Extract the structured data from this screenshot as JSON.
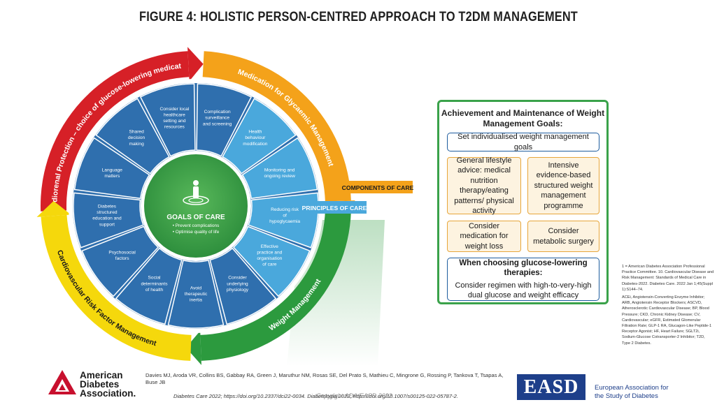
{
  "title": "FIGURE 4: HOLISTIC PERSON-CENTRED APPROACH TO T2DM MANAGEMENT",
  "wheel": {
    "outer_ring": [
      {
        "label": "Cardiorenal Protection – choice of glucose-lowering medication",
        "color": "#d62027"
      },
      {
        "label": "Medication for Glycaemic Management",
        "color": "#f4a21a"
      },
      {
        "label": "Weight Management",
        "color": "#2c9a3e"
      },
      {
        "label": "Cardiovascular Risk Factor Management",
        "color": "#f5d80c"
      }
    ],
    "components_label": "COMPONENTS OF CARE",
    "principles_label": "PRINCIPLES OF CARE",
    "segments": [
      "Complication surveillance and screening",
      "Health behaviour modification",
      "Monitoring and ongoing review",
      "Reducing risk of hypoglycaemia",
      "Effective practice and organisation of care",
      "Consider underlying physiology",
      "Avoid therapeutic inertia",
      "Social determinants of health",
      "Psychosocial factors",
      "Diabetes structured education and support",
      "Language matters",
      "Shared decision making",
      "Consider local healthcare setting and resources"
    ],
    "center": {
      "icon": "person-target-icon",
      "title": "GOALS OF CARE",
      "bullets": [
        "Prevent complications",
        "Optimise quality of life"
      ]
    }
  },
  "goals_panel": {
    "heading": "Achievement and Maintenance of Weight Management Goals:",
    "set_goals": "Set individualised weight management goals",
    "lifestyle": "General lifestyle advice: medical nutrition therapy/eating patterns/ physical activity",
    "intensive": "Intensive evidence-based structured weight management programme",
    "medication": "Consider medication for weight loss",
    "surgery": "Consider metabolic surgery",
    "glucose_head": "When choosing glucose-lowering therapies:",
    "glucose_body": "Consider regimen with high-to-very-high dual glucose and weight efficacy"
  },
  "footnotes": {
    "note1": "1 = American Diabetes Association Professional Practice Committee. 10. Cardiovascular Disease and Risk Management: Standards of Medical Care in Diabetes-2022. Diabetes Care. 2022 Jan 1;45(Suppl 1):S144–74.",
    "abbrev": "ACEi, Angiotensin-Converting Enzyme Inhibitor; ARB, Angiotensin Receptor Blockers; ASCVD, Atherosclerotic Cardiovascular Disease; BP, Blood Pressure; CKD, Chronic Kidney Disease; CV, Cardiovascular; eGFR, Estimated Glomerular Filtration Rate; GLP-1 RA, Glucagon-Like Peptide-1 Receptor Agonist; HF, Heart Failure; SGLT2i, Sodium-Glucose Cotransporter-2 Inhibitor; T2D, Type 2 Diabetes."
  },
  "footer": {
    "ada_name": "American Diabetes Association.",
    "authors": "Davies MJ, Aroda VR, Collins BS, Gabbay RA, Green J, Maruthur NM, Rosas SE, Del Prato S, Mathieu C, Mingrone G, Rossing P, Tankova T, Tsapas A, Buse JB",
    "citation": "Diabetes Care 2022; https://doi.org/10.2337/dci22-0034. Diabetologia 2022; https://doi.org/10.1007/s00125-022-05787-2.",
    "copyright": "Copyright ADA/EASD 2022",
    "easd_logo": "EASD",
    "easd_name": "European Association for the Study of Diabetes"
  },
  "colors": {
    "wheel_blue": "#2f6fae",
    "wheel_blue_light": "#4aa8dc",
    "goals_green": "#3aa24a",
    "center_green": "#3fa84d"
  }
}
